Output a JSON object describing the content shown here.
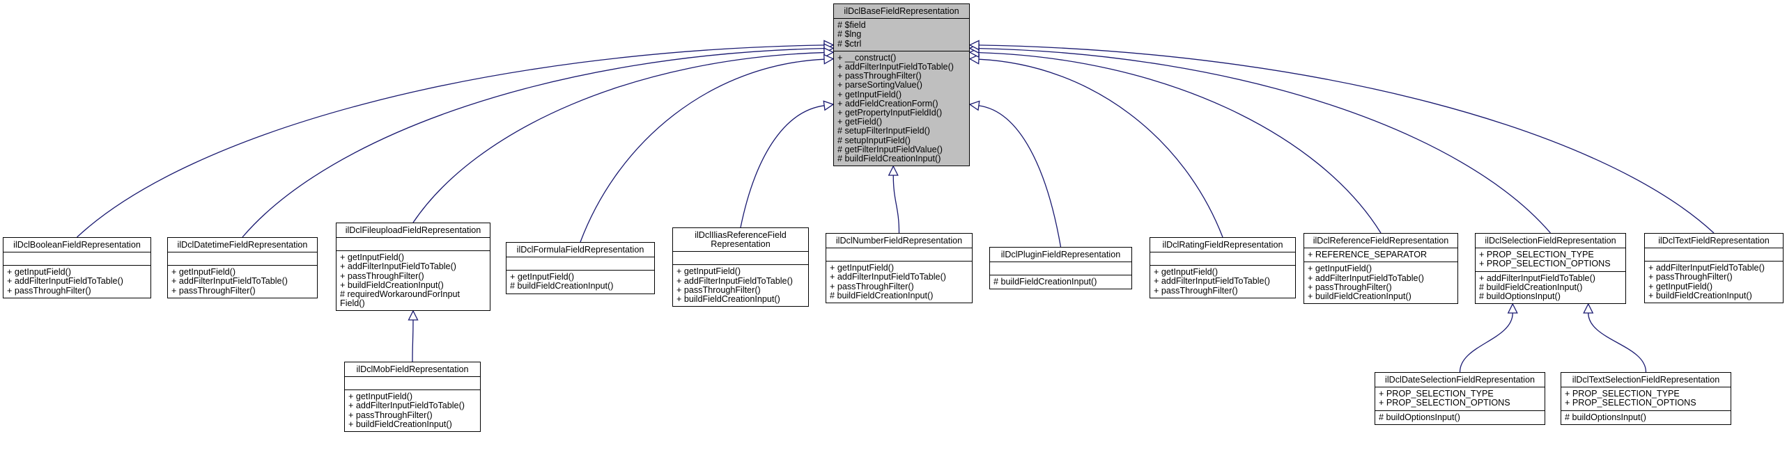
{
  "classes": [
    {
      "id": "base",
      "name": "ilDclBaseFieldRepresentation",
      "attributes": [
        "# $field",
        "# $lng",
        "# $ctrl"
      ],
      "methods": [
        "+ __construct()",
        "+ addFilterInputFieldToTable()",
        "+ passThroughFilter()",
        "+ parseSortingValue()",
        "+ getInputField()",
        "+ addFieldCreationForm()",
        "+ getPropertyInputFieldId()",
        "+ getField()",
        "# setupFilterInputField()",
        "# setupInputField()",
        "# getFilterInputFieldValue()",
        "# buildFieldCreationInput()"
      ]
    },
    {
      "id": "boolean",
      "name": "ilDclBooleanFieldRepresentation",
      "attributes": [],
      "methods": [
        "+ getInputField()",
        "+ addFilterInputFieldToTable()",
        "+ passThroughFilter()"
      ]
    },
    {
      "id": "datetime",
      "name": "ilDclDatetimeFieldRepresentation",
      "attributes": [],
      "methods": [
        "+ getInputField()",
        "+ addFilterInputFieldToTable()",
        "+ passThroughFilter()"
      ]
    },
    {
      "id": "fileupload",
      "name": "ilDclFileuploadFieldRepresentation",
      "attributes": [],
      "methods": [
        "+ getInputField()",
        "+ addFilterInputFieldToTable()",
        "+ passThroughFilter()",
        "+ buildFieldCreationInput()",
        "# requiredWorkaroundForInput",
        "Field()"
      ]
    },
    {
      "id": "formula",
      "name": "ilDclFormulaFieldRepresentation",
      "attributes": [],
      "methods": [
        "+ getInputField()",
        "# buildFieldCreationInput()"
      ]
    },
    {
      "id": "ilias",
      "name": "ilDclIliasReferenceField\nRepresentation",
      "attributes": [],
      "methods": [
        "+ getInputField()",
        "+ addFilterInputFieldToTable()",
        "+ passThroughFilter()",
        "+ buildFieldCreationInput()"
      ]
    },
    {
      "id": "number",
      "name": "ilDclNumberFieldRepresentation",
      "attributes": [],
      "methods": [
        "+ getInputField()",
        "+ addFilterInputFieldToTable()",
        "+ passThroughFilter()",
        "# buildFieldCreationInput()"
      ]
    },
    {
      "id": "plugin",
      "name": "ilDclPluginFieldRepresentation",
      "attributes": [],
      "methods": [
        "# buildFieldCreationInput()"
      ]
    },
    {
      "id": "rating",
      "name": "ilDclRatingFieldRepresentation",
      "attributes": [],
      "methods": [
        "+ getInputField()",
        "+ addFilterInputFieldToTable()",
        "+ passThroughFilter()"
      ]
    },
    {
      "id": "reference",
      "name": "ilDclReferenceFieldRepresentation",
      "attributes": [
        "+ REFERENCE_SEPARATOR"
      ],
      "methods": [
        "+ getInputField()",
        "+ addFilterInputFieldToTable()",
        "+ passThroughFilter()",
        "+ buildFieldCreationInput()"
      ]
    },
    {
      "id": "selection",
      "name": "ilDclSelectionFieldRepresentation",
      "attributes": [
        "+ PROP_SELECTION_TYPE",
        "+ PROP_SELECTION_OPTIONS"
      ],
      "methods": [
        "+ addFilterInputFieldToTable()",
        "# buildFieldCreationInput()",
        "# buildOptionsInput()"
      ]
    },
    {
      "id": "text",
      "name": "ilDclTextFieldRepresentation",
      "attributes": [],
      "methods": [
        "+ addFilterInputFieldToTable()",
        "+ passThroughFilter()",
        "+ getInputField()",
        "+ buildFieldCreationInput()"
      ]
    },
    {
      "id": "mob",
      "name": "ilDclMobFieldRepresentation",
      "attributes": [],
      "methods": [
        "+ getInputField()",
        "+ addFilterInputFieldToTable()",
        "+ passThroughFilter()",
        "+ buildFieldCreationInput()"
      ]
    },
    {
      "id": "dateselection",
      "name": "ilDclDateSelectionFieldRepresentation",
      "attributes": [
        "+ PROP_SELECTION_TYPE",
        "+ PROP_SELECTION_OPTIONS"
      ],
      "methods": [
        "# buildOptionsInput()"
      ]
    },
    {
      "id": "textselection",
      "name": "ilDclTextSelectionFieldRepresentation",
      "attributes": [
        "+ PROP_SELECTION_TYPE",
        "+ PROP_SELECTION_OPTIONS"
      ],
      "methods": [
        "# buildOptionsInput()"
      ]
    }
  ],
  "inheritance": [
    {
      "child": "boolean",
      "parent": "base"
    },
    {
      "child": "datetime",
      "parent": "base"
    },
    {
      "child": "fileupload",
      "parent": "base"
    },
    {
      "child": "formula",
      "parent": "base"
    },
    {
      "child": "ilias",
      "parent": "base"
    },
    {
      "child": "number",
      "parent": "base"
    },
    {
      "child": "plugin",
      "parent": "base"
    },
    {
      "child": "rating",
      "parent": "base"
    },
    {
      "child": "reference",
      "parent": "base"
    },
    {
      "child": "selection",
      "parent": "base"
    },
    {
      "child": "text",
      "parent": "base"
    },
    {
      "child": "mob",
      "parent": "fileupload"
    },
    {
      "child": "dateselection",
      "parent": "selection"
    },
    {
      "child": "textselection",
      "parent": "selection"
    }
  ],
  "colors": {
    "edge": "#191970",
    "base_fill": "#bfbfbf",
    "box_fill": "#ffffff",
    "border": "#000000"
  }
}
